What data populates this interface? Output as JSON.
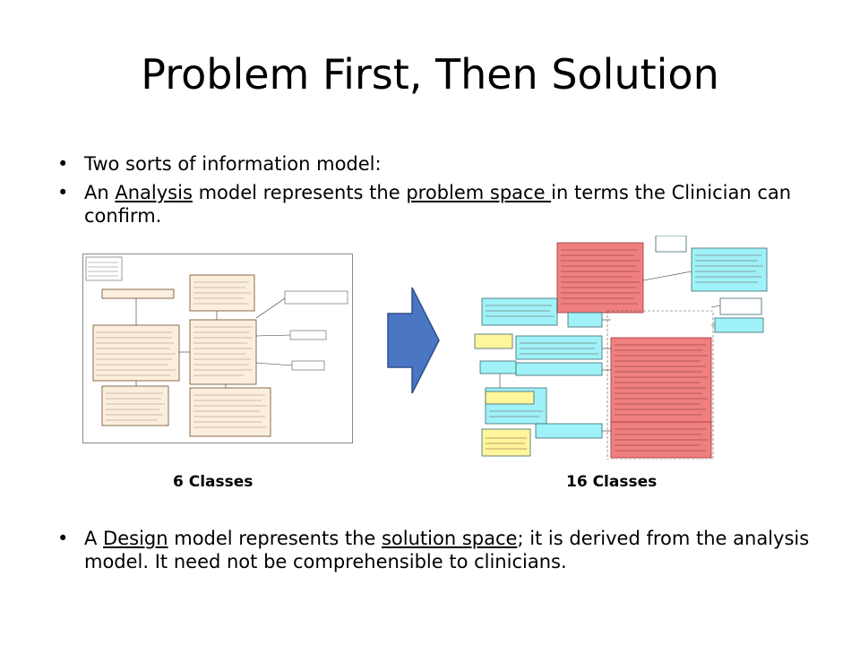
{
  "slide": {
    "title": "Problem First, Then Solution",
    "bullets": [
      {
        "parts": [
          {
            "text": "Two sorts of information model:",
            "u": false
          }
        ]
      },
      {
        "parts": [
          {
            "text": "An ",
            "u": false
          },
          {
            "text": "Analysis",
            "u": true
          },
          {
            "text": " model represents the ",
            "u": false
          },
          {
            "text": "problem space ",
            "u": true
          },
          {
            "text": "in terms the Clinician can confirm.",
            "u": false
          }
        ]
      }
    ],
    "captions": {
      "left": "6 Classes",
      "right": "16 Classes"
    },
    "bullets_bottom": [
      {
        "parts": [
          {
            "text": "A ",
            "u": false
          },
          {
            "text": "Design",
            "u": true
          },
          {
            "text": " model represents the ",
            "u": false
          },
          {
            "text": "solution space",
            "u": true
          },
          {
            "text": "; it is derived from the analysis model. It need not be comprehensible to clinicians.",
            "u": false
          }
        ]
      }
    ],
    "colors": {
      "analysis_box_fill": "#fbeedd",
      "arrow_fill": "#4a76c3",
      "arrow_stroke": "#2e4f8a",
      "design_red": "#f08080",
      "design_cyan": "#9ff2f7",
      "design_yellow": "#fff59a"
    }
  }
}
